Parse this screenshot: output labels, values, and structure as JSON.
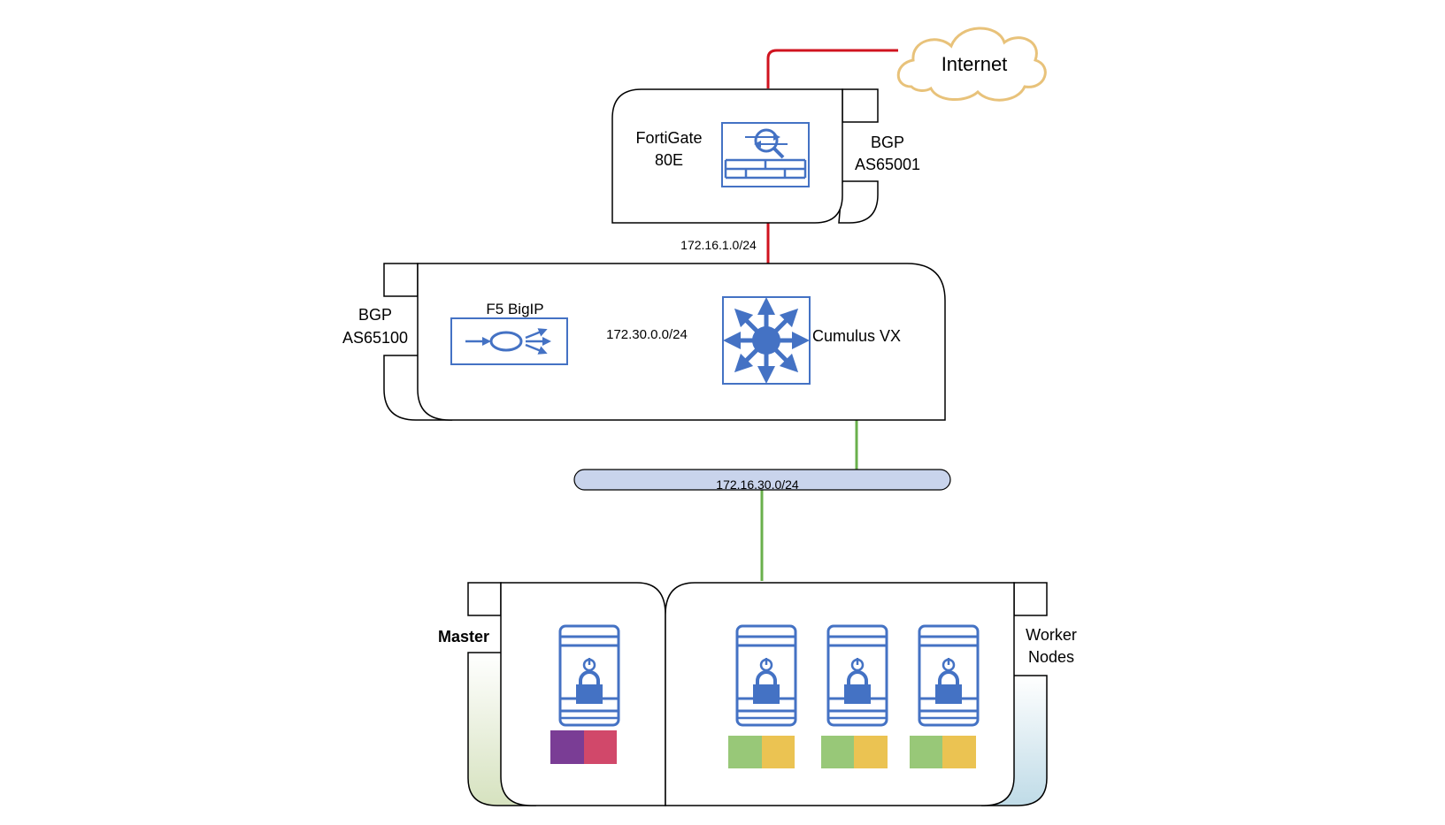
{
  "colors": {
    "wan_link": "#d0131f",
    "lan_link": "#6ab04c",
    "data_link": "#4472c4",
    "icon_blue": "#4472c4",
    "cloud_stroke": "#e8c27a",
    "bus_fill": "#c9d4ec",
    "master_tint": "#d6e2bf",
    "worker_tint": "#bfdbe7",
    "chip_purple": "#7a3d95",
    "chip_pink": "#d1486a",
    "chip_green": "#98c878",
    "chip_yellow": "#ebc352"
  },
  "cloud": {
    "label": "Internet",
    "icon": "cloud-icon"
  },
  "fortigate": {
    "name_line1": "FortiGate",
    "name_line2": "80E",
    "icon": "firewall-icon",
    "bgp_label": "BGP",
    "as_label": "AS65001"
  },
  "links": {
    "fortigate_to_cumulus": "172.16.1.0/24",
    "bigip_to_cumulus": "172.30.0.0/24"
  },
  "core": {
    "bgp_label": "BGP",
    "as_label": "AS65100",
    "bigip_label": "F5 BigIP",
    "bigip_icon": "load-balancer-icon",
    "switch_label": "Cumulus VX",
    "switch_icon": "layer3-switch-icon"
  },
  "bus": {
    "label": "172.16.30.0/24"
  },
  "cluster": {
    "master_label": "Master",
    "worker_line1": "Worker",
    "worker_line2": "Nodes",
    "server_icon": "secure-server-icon",
    "master_nodes": 1,
    "worker_nodes": 3
  }
}
